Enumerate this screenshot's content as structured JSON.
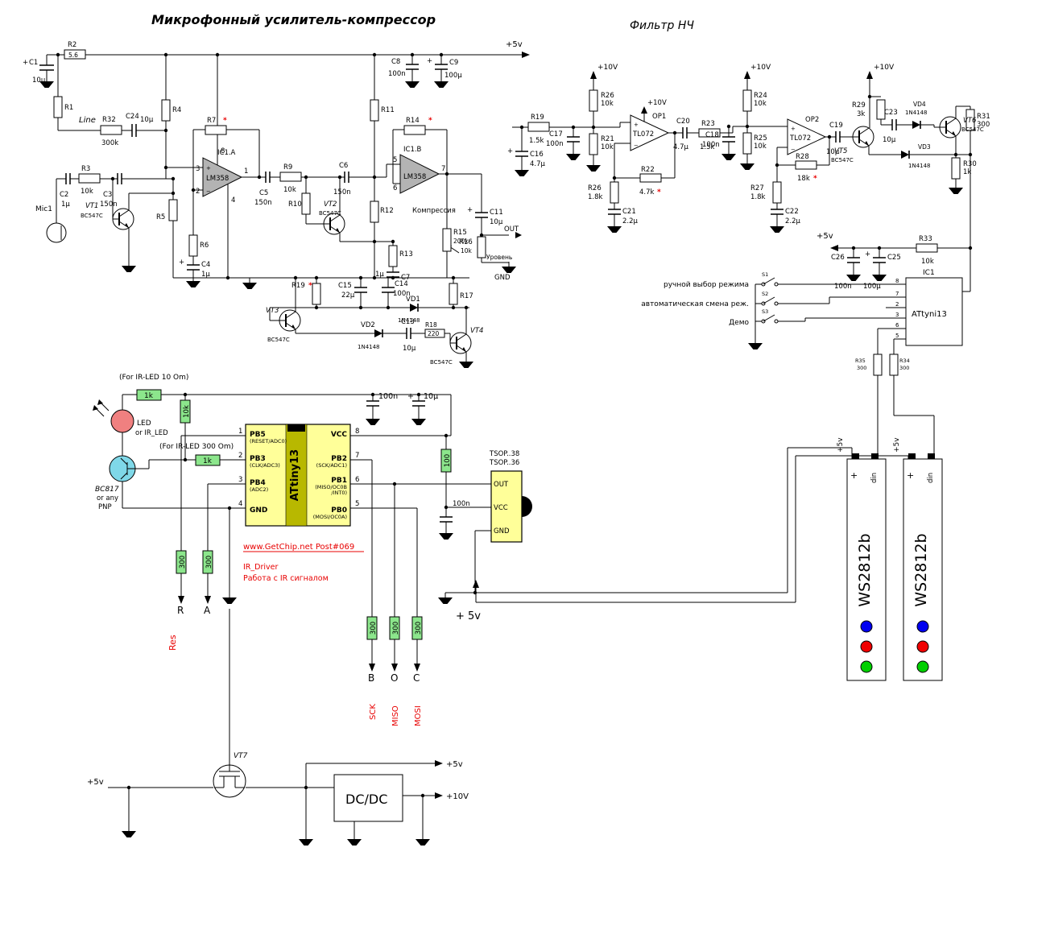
{
  "titles": {
    "mic": "Микрофонный усилитель-компрессор",
    "filter": "Фильтр НЧ"
  },
  "digits": {
    "1": "1",
    "2": "2",
    "3": "3",
    "4": "4",
    "5": "5",
    "6": "6",
    "7": "7",
    "8": "8"
  },
  "common": {
    "p5v": "+5v",
    "p10v": "+10V",
    "plus": "+",
    "minus": "−",
    "star": "*",
    "gnd": "GND",
    "bc547": "BC547C",
    "d4148": "1N4148",
    "lm358": "LM358",
    "tl072": "TL072",
    "v100n": "100n",
    "v10u": "10µ",
    "v100u": "100µ",
    "v150n": "150n",
    "v1u": "1µ",
    "v10k": "10k",
    "v1k": "1k",
    "v300": "300",
    "v1_5k": "1.5k",
    "v4_7u": "4.7µ",
    "v2_2u": "2.2µ",
    "v1_8k": "1.8k",
    "v22u": "22µ"
  },
  "mic": {
    "c1": "C1",
    "r2": "R2",
    "r2v": "5.6",
    "r1": "R1",
    "line": "Line",
    "r32": "R32",
    "r32v": "300k",
    "c24": "C24",
    "r4": "R4",
    "mic1": "Mic1",
    "c2": "C2",
    "r3": "R3",
    "c3": "C3",
    "vt1": "VT1",
    "r5": "R5",
    "r6": "R6",
    "c4": "C4",
    "r7": "R7",
    "ic1a": "IC1.A",
    "c5": "C5",
    "r9": "R9",
    "r10": "R10",
    "vt2": "VT2",
    "c6": "C6",
    "r11": "R11",
    "r12": "R12",
    "r13": "R13",
    "c7": "C7",
    "r14": "R14",
    "ic1b": "IC1.B",
    "compress": "Компрессия",
    "r15": "R15",
    "r15v": "200k",
    "c11": "C11",
    "r16": "R16",
    "out": "OUT",
    "level": "Уровень",
    "r19": "R19",
    "c15": "C15",
    "c14": "C14",
    "vd1": "VD1",
    "r17": "R17",
    "vt3": "VT3",
    "vd2": "VD2",
    "c13": "C13",
    "r18": "R18",
    "r18v": "220",
    "vt4": "VT4",
    "c8": "C8",
    "c9": "C9"
  },
  "filter": {
    "r19": "R19",
    "c16": "C16",
    "c17": "C17",
    "r26": "R26",
    "r21": "R21",
    "op1": "OP1",
    "c20": "C20",
    "r23": "R23",
    "r26b": "R26",
    "r22": "R22",
    "r22v": "4.7k",
    "c21": "C21",
    "r24": "R24",
    "r25": "R25",
    "c18": "C18",
    "op2": "OP2",
    "r27": "R27",
    "r28": "R28",
    "r28v": "18k",
    "c22": "C22",
    "c19": "C19",
    "vt5": "VT5",
    "r29": "R29",
    "r29v": "3k",
    "c23": "C23",
    "vd4": "VD4",
    "vd3": "VD3",
    "vt6": "VT6",
    "r31": "R31",
    "r30": "R30",
    "r30v": "1k"
  },
  "mcu": {
    "c26": "C26",
    "c25": "C25",
    "r33": "R33",
    "ic1": "IC1",
    "chip": "ATtyni13",
    "pins_left": [
      "8",
      "7",
      "2",
      "3",
      "6",
      "5"
    ],
    "manual": "ручной выбор режима",
    "auto": "автоматическая смена реж.",
    "demo": "Демо",
    "s1": "S1",
    "s2": "S2",
    "s3": "S3",
    "r35": "R35",
    "r34": "R34"
  },
  "ir": {
    "note10": "(For IR-LED 10 Om)",
    "note300": "(For IR-LED 300 Om)",
    "led1": "LED",
    "led2": "or IR_LED",
    "bc817": "BC817",
    "orany": "or any",
    "pnp": "PNP",
    "chip": "ATtiny13",
    "pb5": "PB5",
    "pb5s": "(RESET/ADC0)",
    "pb3": "PB3",
    "pb3s": "(CLK/ADC3)",
    "pb4": "PB4",
    "pb4s": "(ADC2)",
    "gnd_pin": "GND",
    "vcc": "VCC",
    "pb2": "PB2",
    "pb2s": "(SCK/ADC1)",
    "pb1": "PB1",
    "pb1s": "(MISO/OC0B",
    "pb1s2": "/INT0)",
    "pb0": "PB0",
    "pb0s": "(MOSI/OC0A)",
    "v100": "100",
    "tsop38": "TSOP..38",
    "tsop36": "TSOP..36",
    "t_out": "OUT",
    "t_vcc": "VCC",
    "t_gnd": "GND",
    "site": "www.GetChip.net  Post#069",
    "driver": "IR_Driver",
    "rabota": "Работа с IR сигналом",
    "r": "R",
    "a": "A",
    "res": "Res",
    "b": "B",
    "o": "O",
    "c": "C",
    "sck": "SCK",
    "miso": "MISO",
    "mosi": "MOSI",
    "p5v_big": "+ 5v"
  },
  "strips": {
    "name": "WS2812b",
    "din": "din"
  },
  "power": {
    "vt7": "VT7",
    "dcdc": "DC/DC"
  }
}
